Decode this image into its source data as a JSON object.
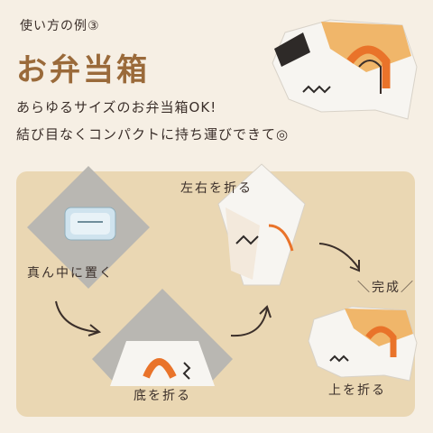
{
  "header": {
    "example_label": "使い方の例③",
    "title": "お弁当箱",
    "description_line1": "あらゆるサイズのお弁当箱OK!",
    "description_line2": "結び目なくコンパクトに持ち運びできて◎"
  },
  "steps": [
    {
      "label": "真ん中に置く"
    },
    {
      "label": "底を折る"
    },
    {
      "label": "左右を折る"
    },
    {
      "label": "＼完成／"
    },
    {
      "label": "上を折る"
    }
  ],
  "colors": {
    "background": "#f6efe4",
    "panel": "#ead7b3",
    "title": "#9a6a3a",
    "cloth_gray": "#b9b7b2",
    "cloth_white": "#f7f5f1",
    "accent_orange": "#e9732a",
    "accent_yellow": "#f0b66a"
  }
}
